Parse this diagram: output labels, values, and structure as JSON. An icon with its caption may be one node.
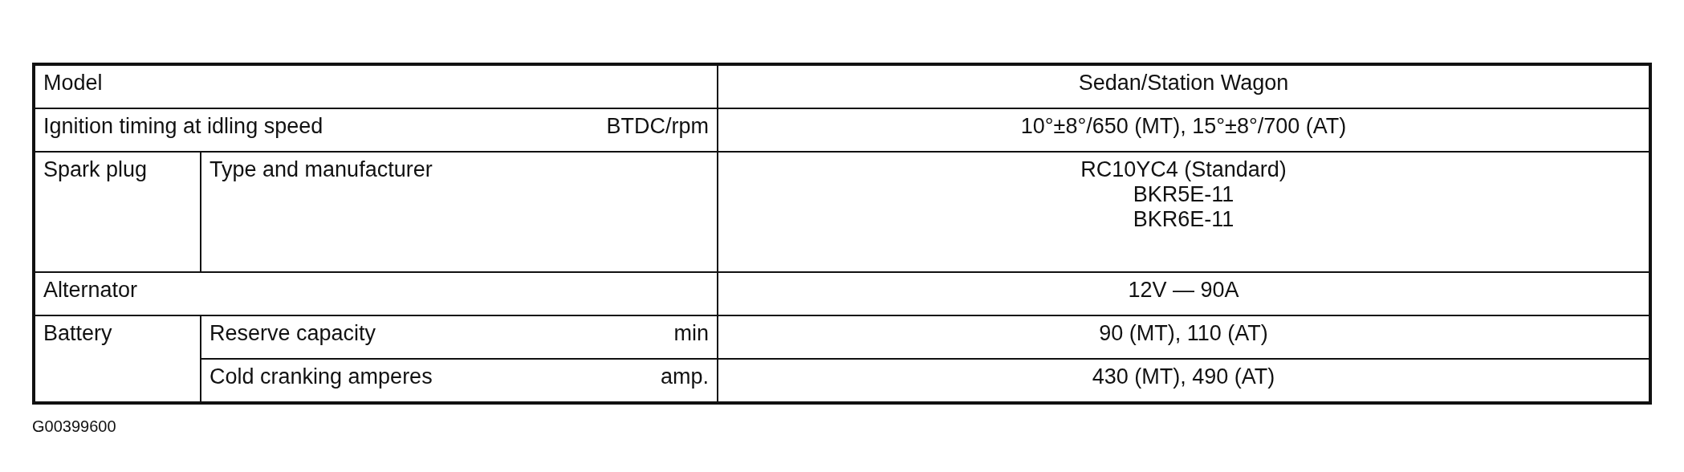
{
  "diagram": {
    "labels": [
      "Model",
      "Sedan/Station Wagon",
      "Ignition timing at idling speed",
      "BTDC/rpm",
      "10°±8°/650 (MT), 15°±8°/700 (AT)",
      "Spark plug",
      "Type and manufacturer",
      "RC10YC4 (Standard)",
      "BKR5E-11",
      "BKR6E-11",
      "Alternator",
      "12V — 90A",
      "Battery",
      "Reserve capacity",
      "min",
      "90 (MT), 110 (AT)",
      "Cold cranking amperes",
      "amp.",
      "430 (MT), 490 (AT)",
      "G00399600"
    ]
  }
}
